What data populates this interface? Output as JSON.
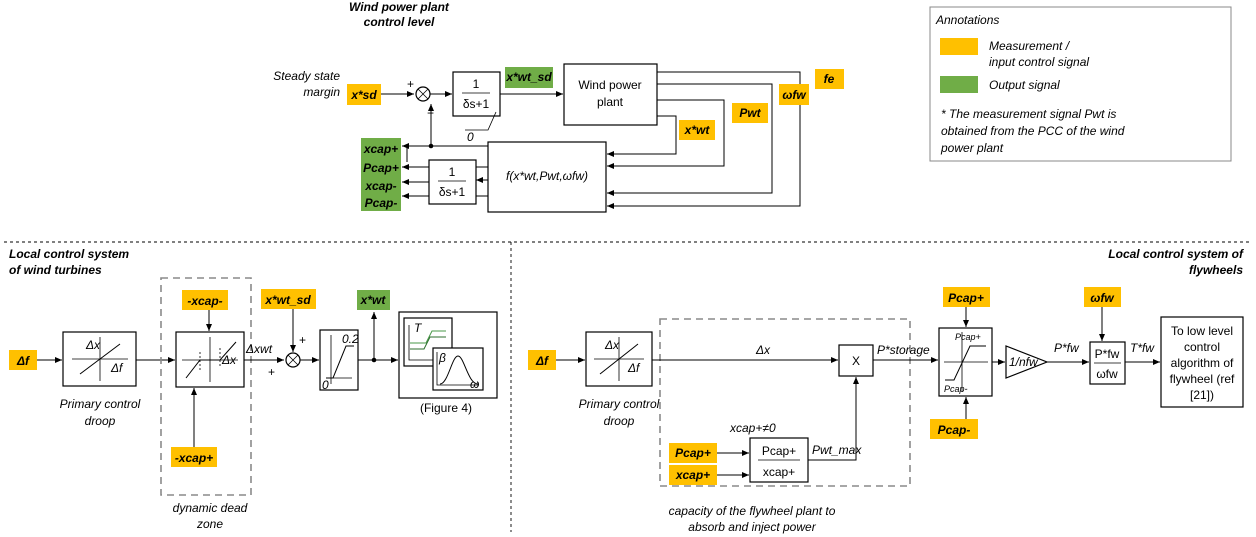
{
  "colors": {
    "measurement": "#FFC000",
    "output": "#70AD47",
    "line": "#000000",
    "dashed_box": "#8a8a8a"
  },
  "top": {
    "title_line1": "Wind power plant",
    "title_line2": "control level",
    "steady_state_line1": "Steady state",
    "steady_state_line2": "margin",
    "x_sd": "x*sd",
    "plus": "+",
    "minus": "−",
    "tf_num": "1",
    "tf_den": "δs+1",
    "limit_zero": "0",
    "x_wt_sd": "x*wt_sd",
    "plant_line1": "Wind power",
    "plant_line2": "plant",
    "x_wt": "x*wt",
    "p_wt": "Pwt",
    "omega_fw": "ωfw",
    "f_e": "fe",
    "func": "f(x*wt,Pwt,ωfw)",
    "outputs": [
      "xcap+",
      "Pcap+",
      "xcap-",
      "Pcap-"
    ]
  },
  "annotations": {
    "title": "Annotations",
    "measurement_line1": "Measurement /",
    "measurement_line2": "input control signal",
    "output": "Output signal",
    "note_line1": "* The measurement signal Pwt is",
    "note_line2": "obtained from the PCC of the wind",
    "note_line3": "power plant"
  },
  "left": {
    "title_line1": "Local control system",
    "title_line2": "of wind turbines",
    "delta_f": "Δf",
    "dx": "Δx",
    "df": "Δf",
    "droop_line1": "Primary control",
    "droop_line2": "droop",
    "neg_xcap_minus": "-xcap-",
    "neg_xcap_plus": "-xcap+",
    "dz_dx": "Δx",
    "dx_wt": "Δxwt",
    "x_wt_sd": "x*wt_sd",
    "plus1": "+",
    "plus2": "+",
    "sat_hi": "0.2",
    "sat_lo": "0",
    "x_wt": "x*wt",
    "T": "T",
    "beta": "β",
    "omega": "ω",
    "figure_ref": "(Figure 4)",
    "deadzone_line1": "dynamic dead",
    "deadzone_line2": "zone"
  },
  "right": {
    "title_line1": "Local control system of",
    "title_line2": "flywheels",
    "delta_f": "Δf",
    "dx": "Δx",
    "df": "Δf",
    "droop_line1": "Primary control",
    "droop_line2": "droop",
    "dx_line": "Δx",
    "mult": "X",
    "p_storage": "P*storage",
    "cond": "xcap+≠0",
    "p_cap_plus_in": "Pcap+",
    "x_cap_plus_in": "xcap+",
    "ratio_num": "Pcap+",
    "ratio_den": "xcap+",
    "p_wt_max": "Pwt_max",
    "sat_top_in": "Pcap+",
    "sat_label_top": "Pcap+",
    "sat_label_bot": "Pcap-",
    "sat_bot_in": "Pcap-",
    "gain": "1/nfw",
    "p_fw": "P*fw",
    "omega_in": "ωfw",
    "div_num": "P*fw",
    "div_den": "ωfw",
    "t_fw": "T*fw",
    "out_line1": "To low level",
    "out_line2": "control",
    "out_line3": "algorithm of",
    "out_line4": "flywheel (ref",
    "out_line5": "[21])",
    "capacity_line1": "capacity of the flywheel plant to",
    "capacity_line2": "absorb and inject power"
  }
}
